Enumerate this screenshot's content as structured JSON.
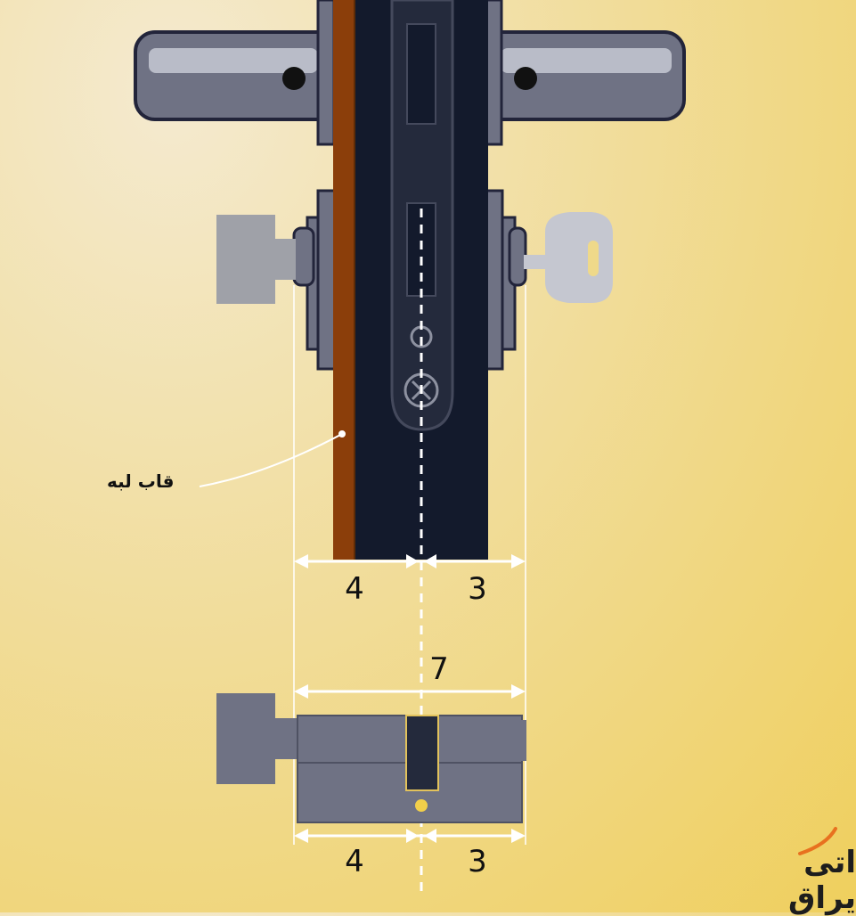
{
  "labels": {
    "edge_frame": "قاب لبه",
    "door_left": "4",
    "door_right": "3",
    "total": "7",
    "cyl_left": "4",
    "cyl_right": "3"
  },
  "brand": {
    "name": "اتی یراق",
    "accent_color": "#e8711f"
  },
  "colors": {
    "door": "#131a2c",
    "frame": "#8b3e0a",
    "metal": "#6f7284",
    "metal_light": "#b9bcc8",
    "knob": "#9fa1a8",
    "key": "#c5c7d0",
    "dim_line": "#ffffff"
  }
}
